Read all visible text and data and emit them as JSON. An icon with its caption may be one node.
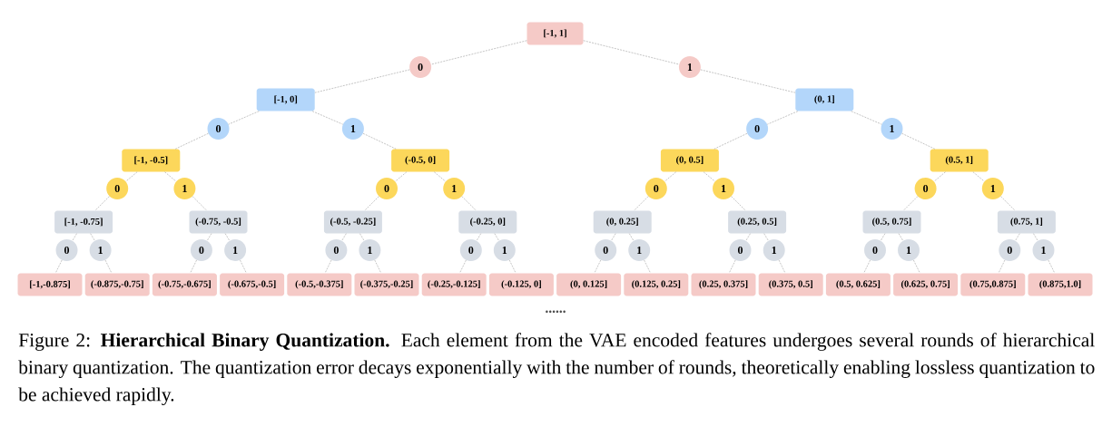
{
  "diagram": {
    "caption": "Figure 2: **Hierarchical Binary Quantization.** Each element from the VAE encoded features undergoes several rounds of hierarchical binary quantization. The quantization error decays exponentially with the number of rounds, theoretically enabling lossless quantization to be achieved rapidly.",
    "nodes": [
      {
        "text": [
          "[-1, 1]"
        ]
      },
      {
        "text": [
          "0"
        ]
      },
      {
        "text": [
          "1"
        ]
      },
      {
        "text": [
          "[-1, 0]"
        ]
      },
      {
        "text": [
          "(0, 1]"
        ]
      },
      {
        "text": [
          "0"
        ]
      },
      {
        "text": [
          "1"
        ]
      },
      {
        "text": [
          "0"
        ]
      },
      {
        "text": [
          "1"
        ]
      },
      {
        "text": [
          "[-1, -0.5]"
        ]
      },
      {
        "text": [
          "(-0.5, 0]"
        ]
      },
      {
        "text": [
          "(0, 0.5]"
        ]
      },
      {
        "text": [
          "(0.5, 1]"
        ]
      },
      {
        "text": [
          "0"
        ]
      },
      {
        "text": [
          "1"
        ]
      },
      {
        "text": [
          "0"
        ]
      },
      {
        "text": [
          "1"
        ]
      },
      {
        "text": [
          "0"
        ]
      },
      {
        "text": [
          "1"
        ]
      },
      {
        "text": [
          "0"
        ]
      },
      {
        "text": [
          "1"
        ]
      },
      {
        "text": [
          "[-1, -0.75]"
        ]
      },
      {
        "text": [
          "(-0.75, -0.5]"
        ]
      },
      {
        "text": [
          "(-0.5, -0.25]"
        ]
      },
      {
        "text": [
          "(-0.25, 0]"
        ]
      },
      {
        "text": [
          "(0, 0.25]"
        ]
      },
      {
        "text": [
          "(0.25, 0.5]"
        ]
      },
      {
        "text": [
          "(0.5, 0.75]"
        ]
      },
      {
        "text": [
          "(0.75, 1]"
        ]
      },
      {
        "text": [
          "0"
        ]
      },
      {
        "text": [
          "1"
        ]
      },
      {
        "text": [
          "0"
        ]
      },
      {
        "text": [
          "1"
        ]
      },
      {
        "text": [
          "0"
        ]
      },
      {
        "text": [
          "1"
        ]
      },
      {
        "text": [
          "0"
        ]
      },
      {
        "text": [
          "1"
        ]
      },
      {
        "text": [
          "0"
        ]
      },
      {
        "text": [
          "1"
        ]
      },
      {
        "text": [
          "0"
        ]
      },
      {
        "text": [
          "1"
        ]
      },
      {
        "text": [
          "0"
        ]
      },
      {
        "text": [
          "1"
        ]
      },
      {
        "text": [
          "0"
        ]
      },
      {
        "text": [
          "1"
        ]
      },
      {
        "text": [
          "[-1,-0.875]"
        ]
      },
      {
        "text": [
          "(-0.875,-0.75]"
        ]
      },
      {
        "text": [
          "(-0.75,-0.675]"
        ]
      },
      {
        "text": [
          "(-0.675,-0.5]"
        ]
      },
      {
        "text": [
          "(-0.5,-0.375]"
        ]
      },
      {
        "text": [
          "(-0.375,-0.25]"
        ]
      },
      {
        "text": [
          "(-0.25,-0.125]"
        ]
      },
      {
        "text": [
          "(-0.125, 0]"
        ]
      },
      {
        "text": [
          "(0, 0.125]"
        ]
      },
      {
        "text": [
          "(0.125, 0.25]"
        ]
      },
      {
        "text": [
          "(0.25, 0.375]"
        ]
      },
      {
        "text": [
          "(0.375, 0.5]"
        ]
      },
      {
        "text": [
          "(0.5, 0.625]"
        ]
      },
      {
        "text": [
          "(0.625, 0.75]"
        ]
      },
      {
        "text": [
          "(0.75,0.875]"
        ]
      },
      {
        "text": [
          "(0.875,1.0]"
        ]
      }
    ],
    "edges": [
      {
        "from": 0,
        "to": 1,
        "arrow": "none",
        "style": "dashed"
      },
      {
        "from": 0,
        "to": 2,
        "arrow": "none",
        "style": "dashed"
      },
      {
        "from": 1,
        "to": 3,
        "arrow": "none",
        "style": "dashed"
      },
      {
        "from": 2,
        "to": 4,
        "arrow": "none",
        "style": "dashed"
      },
      {
        "from": 3,
        "to": 5,
        "arrow": "none",
        "style": "dashed"
      },
      {
        "from": 3,
        "to": 6,
        "arrow": "none",
        "style": "dashed"
      },
      {
        "from": 4,
        "to": 7,
        "arrow": "none",
        "style": "dashed"
      },
      {
        "from": 4,
        "to": 8,
        "arrow": "none",
        "style": "dashed"
      },
      {
        "from": 5,
        "to": 9,
        "arrow": "none",
        "style": "dashed"
      },
      {
        "from": 6,
        "to": 10,
        "arrow": "none",
        "style": "dashed"
      },
      {
        "from": 7,
        "to": 11,
        "arrow": "none",
        "style": "dashed"
      },
      {
        "from": 8,
        "to": 12,
        "arrow": "none",
        "style": "dashed"
      },
      {
        "from": 9,
        "to": 13,
        "arrow": "none",
        "style": "dashed"
      },
      {
        "from": 9,
        "to": 14,
        "arrow": "none",
        "style": "dashed"
      },
      {
        "from": 10,
        "to": 15,
        "arrow": "none",
        "style": "dashed"
      },
      {
        "from": 10,
        "to": 16,
        "arrow": "none",
        "style": "dashed"
      },
      {
        "from": 11,
        "to": 17,
        "arrow": "none",
        "style": "dashed"
      },
      {
        "from": 11,
        "to": 18,
        "arrow": "none",
        "style": "dashed"
      },
      {
        "from": 12,
        "to": 19,
        "arrow": "none",
        "style": "dashed"
      },
      {
        "from": 12,
        "to": 20,
        "arrow": "none",
        "style": "dashed"
      },
      {
        "from": 13,
        "to": 21,
        "arrow": "none",
        "style": "dashed"
      },
      {
        "from": 14,
        "to": 22,
        "arrow": "none",
        "style": "dashed"
      },
      {
        "from": 15,
        "to": 23,
        "arrow": "none",
        "style": "dashed"
      },
      {
        "from": 16,
        "to": 24,
        "arrow": "none",
        "style": "dashed"
      },
      {
        "from": 17,
        "to": 25,
        "arrow": "none",
        "style": "dashed"
      },
      {
        "from": 18,
        "to": 26,
        "arrow": "none",
        "style": "dashed"
      },
      {
        "from": 19,
        "to": 27,
        "arrow": "none",
        "style": "dashed"
      },
      {
        "from": 20,
        "to": 28,
        "arrow": "none",
        "style": "dashed"
      },
      {
        "from": 21,
        "to": 29,
        "arrow": "none",
        "style": "dashed"
      },
      {
        "from": 21,
        "to": 30,
        "arrow": "none",
        "style": "dashed"
      },
      {
        "from": 22,
        "to": 31,
        "arrow": "none",
        "style": "dashed"
      },
      {
        "from": 22,
        "to": 32,
        "arrow": "none",
        "style": "dashed"
      },
      {
        "from": 23,
        "to": 33,
        "arrow": "none",
        "style": "dashed"
      },
      {
        "from": 23,
        "to": 34,
        "arrow": "none",
        "style": "dashed"
      },
      {
        "from": 24,
        "to": 35,
        "arrow": "none",
        "style": "dashed"
      },
      {
        "from": 24,
        "to": 36,
        "arrow": "none",
        "style": "dashed"
      },
      {
        "from": 25,
        "to": 37,
        "arrow": "none",
        "style": "dashed"
      },
      {
        "from": 25,
        "to": 38,
        "arrow": "none",
        "style": "dashed"
      },
      {
        "from": 26,
        "to": 39,
        "arrow": "none",
        "style": "dashed"
      },
      {
        "from": 26,
        "to": 40,
        "arrow": "none",
        "style": "dashed"
      },
      {
        "from": 27,
        "to": 41,
        "arrow": "none",
        "style": "dashed"
      },
      {
        "from": 27,
        "to": 42,
        "arrow": "none",
        "style": "dashed"
      },
      {
        "from": 28,
        "to": 43,
        "arrow": "none",
        "style": "dashed"
      },
      {
        "from": 28,
        "to": 44,
        "arrow": "none",
        "style": "dashed"
      },
      {
        "from": 29,
        "to": 45,
        "arrow": "none",
        "style": "dashed"
      },
      {
        "from": 30,
        "to": 46,
        "arrow": "none",
        "style": "dashed"
      },
      {
        "from": 31,
        "to": 47,
        "arrow": "none",
        "style": "dashed"
      },
      {
        "from": 32,
        "to": 48,
        "arrow": "none",
        "style": "dashed"
      },
      {
        "from": 33,
        "to": 49,
        "arrow": "none",
        "style": "dashed"
      },
      {
        "from": 34,
        "to": 50,
        "arrow": "none",
        "style": "dashed"
      },
      {
        "from": 35,
        "to": 51,
        "arrow": "none",
        "style": "dashed"
      },
      {
        "from": 36,
        "to": 52,
        "arrow": "none",
        "style": "dashed"
      },
      {
        "from": 37,
        "to": 53,
        "arrow": "none",
        "style": "dashed"
      },
      {
        "from": 38,
        "to": 54,
        "arrow": "none",
        "style": "dashed"
      },
      {
        "from": 39,
        "to": 55,
        "arrow": "none",
        "style": "dashed"
      },
      {
        "from": 40,
        "to": 56,
        "arrow": "none",
        "style": "dashed"
      },
      {
        "from": 41,
        "to": 57,
        "arrow": "none",
        "style": "dashed"
      },
      {
        "from": 42,
        "to": 58,
        "arrow": "none",
        "style": "dashed"
      },
      {
        "from": 43,
        "to": 59,
        "arrow": "none",
        "style": "dashed"
      },
      {
        "from": 44,
        "to": 60,
        "arrow": "none",
        "style": "dashed"
      }
    ],
    "labels": [
      "••••••"
    ]
  }
}
